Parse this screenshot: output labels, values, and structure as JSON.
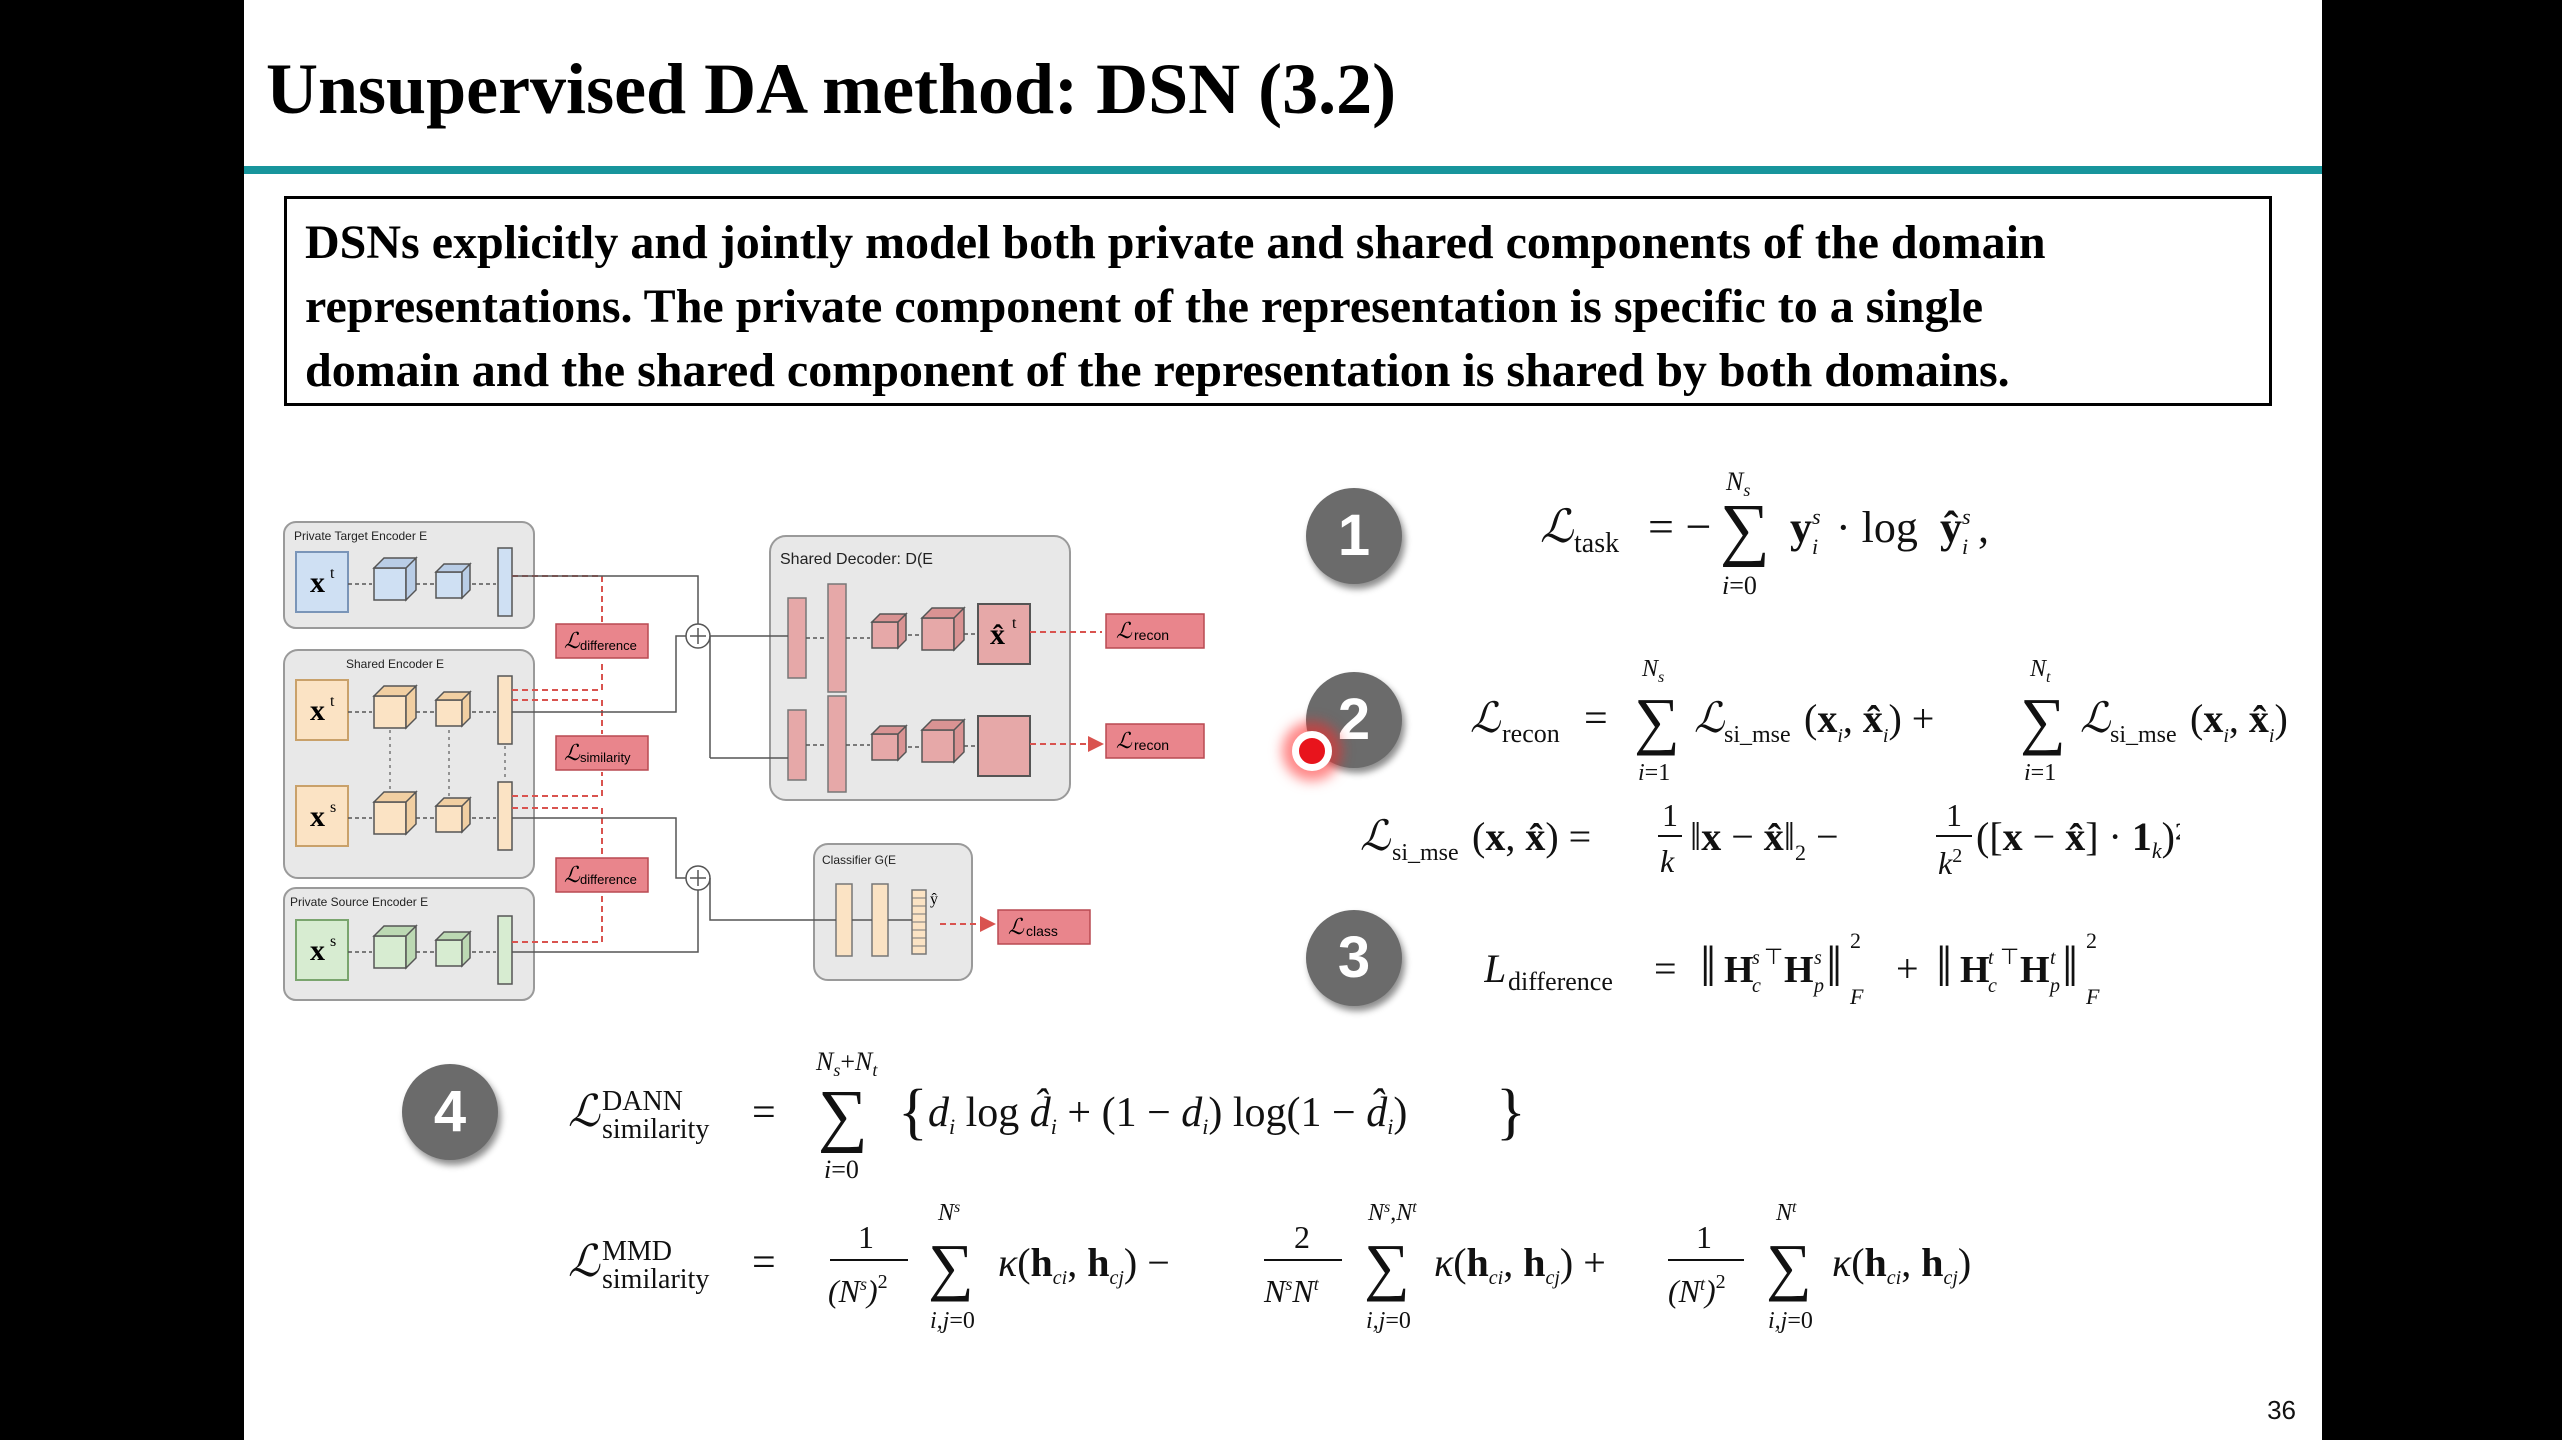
{
  "slide": {
    "title": "Unsupervised DA method: DSN (3.2)",
    "callout_lines": [
      "DSNs explicitly and jointly model both private and shared components of the domain",
      "representations. The private component of the representation is specific to a single",
      "domain and the shared component of the representation is shared by both domains."
    ],
    "page_number": "36"
  },
  "diagram": {
    "private_target_encoder": "Private Target Encoder E",
    "shared_encoder": "Shared Encoder E",
    "private_source_encoder": "Private Source Encoder E",
    "shared_decoder": "Shared Decoder: D(E",
    "classifier": "Classifier G(E",
    "loss_difference": "difference",
    "loss_similarity": "similarity",
    "loss_recon": "recon",
    "loss_class": "class",
    "input_target": "x",
    "input_source": "x",
    "recon_output": "x̂"
  },
  "equations": {
    "badge_1": "1",
    "badge_2": "2",
    "badge_3": "3",
    "badge_4": "4",
    "task": "task",
    "recon": "recon",
    "si_mse": "si_mse",
    "difference": "difference",
    "similarity": "similarity",
    "dann": "DANN",
    "mmd": "MMD"
  },
  "colors": {
    "accent_rule": "#17959c",
    "loss_box": "#e06c75",
    "target_input": "#cfe0f3",
    "shared_input": "#fbe3c4",
    "source_input": "#d7ecd1"
  }
}
